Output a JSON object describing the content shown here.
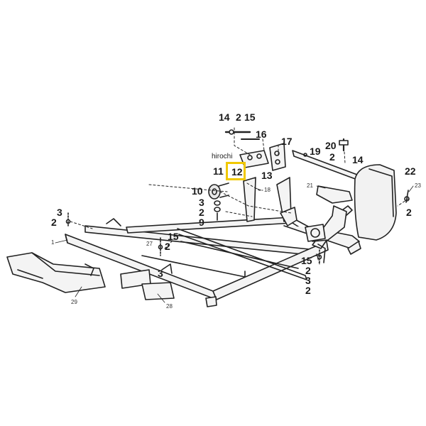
{
  "diagram": {
    "watermark": "hirochi",
    "highlight_color": "#f0c800",
    "highlighted_part": "12",
    "callouts": {
      "c14a": "14",
      "c2a": "2",
      "c15a": "15",
      "c16": "16",
      "c17": "17",
      "c11": "11",
      "c12": "12",
      "c13": "13",
      "c18": "18",
      "c10": "10",
      "c3a": "3",
      "c2b": "2",
      "c9": "9",
      "c3b": "3",
      "c2c": "2",
      "c1": "1",
      "c15b": "15",
      "c27": "27",
      "c2d": "2",
      "c3c": "3",
      "c29": "29",
      "c28": "28",
      "c19": "19",
      "c20": "20",
      "c2e": "2",
      "c14b": "14",
      "c21": "21",
      "c22": "22",
      "c23": "23",
      "c2f": "2",
      "c15c": "15",
      "c2g": "2",
      "c3d": "3",
      "c2h": "2"
    }
  }
}
